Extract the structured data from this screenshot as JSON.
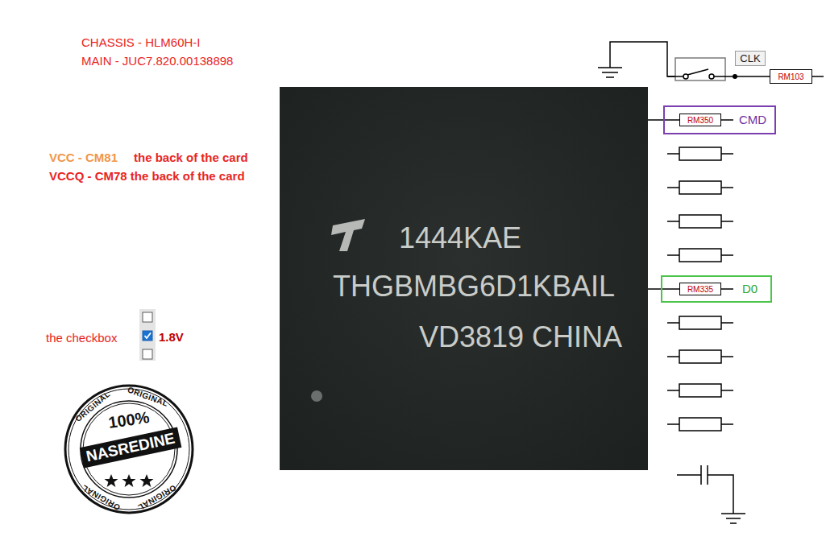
{
  "diagram": {
    "nodes": [
      {
        "text": [
          "CLK"
        ]
      },
      {
        "text": [
          "RM103"
        ]
      },
      {
        "text": [
          "1444KAE",
          "THGBMBG6D1KBAIL",
          "VD3819 CHINA"
        ]
      },
      {
        "text": [
          "CMD"
        ]
      },
      {
        "text": [
          "RM350"
        ],
        "in": 3
      },
      {
        "text": [
          "D0"
        ]
      },
      {
        "text": [
          "RM335"
        ],
        "in": 5
      },
      {
        "text": [
          "100%",
          "NASREDINE",
          "ORIGINAL",
          "ORIGINAL",
          "ORIGINAL",
          "ORIGINAL"
        ]
      }
    ],
    "edges": [
      {
        "from": 2,
        "to": 4,
        "arrow": "none"
      },
      {
        "from": 2,
        "to": 6,
        "arrow": "none"
      }
    ],
    "labels": [
      "CHASSIS - HLM60H-I",
      "MAIN - JUC7.820.00138898",
      "VCC - CM81",
      "the back of the card",
      "VCCQ - CM78 the back of the card",
      "the checkbox",
      "1.8V"
    ]
  }
}
